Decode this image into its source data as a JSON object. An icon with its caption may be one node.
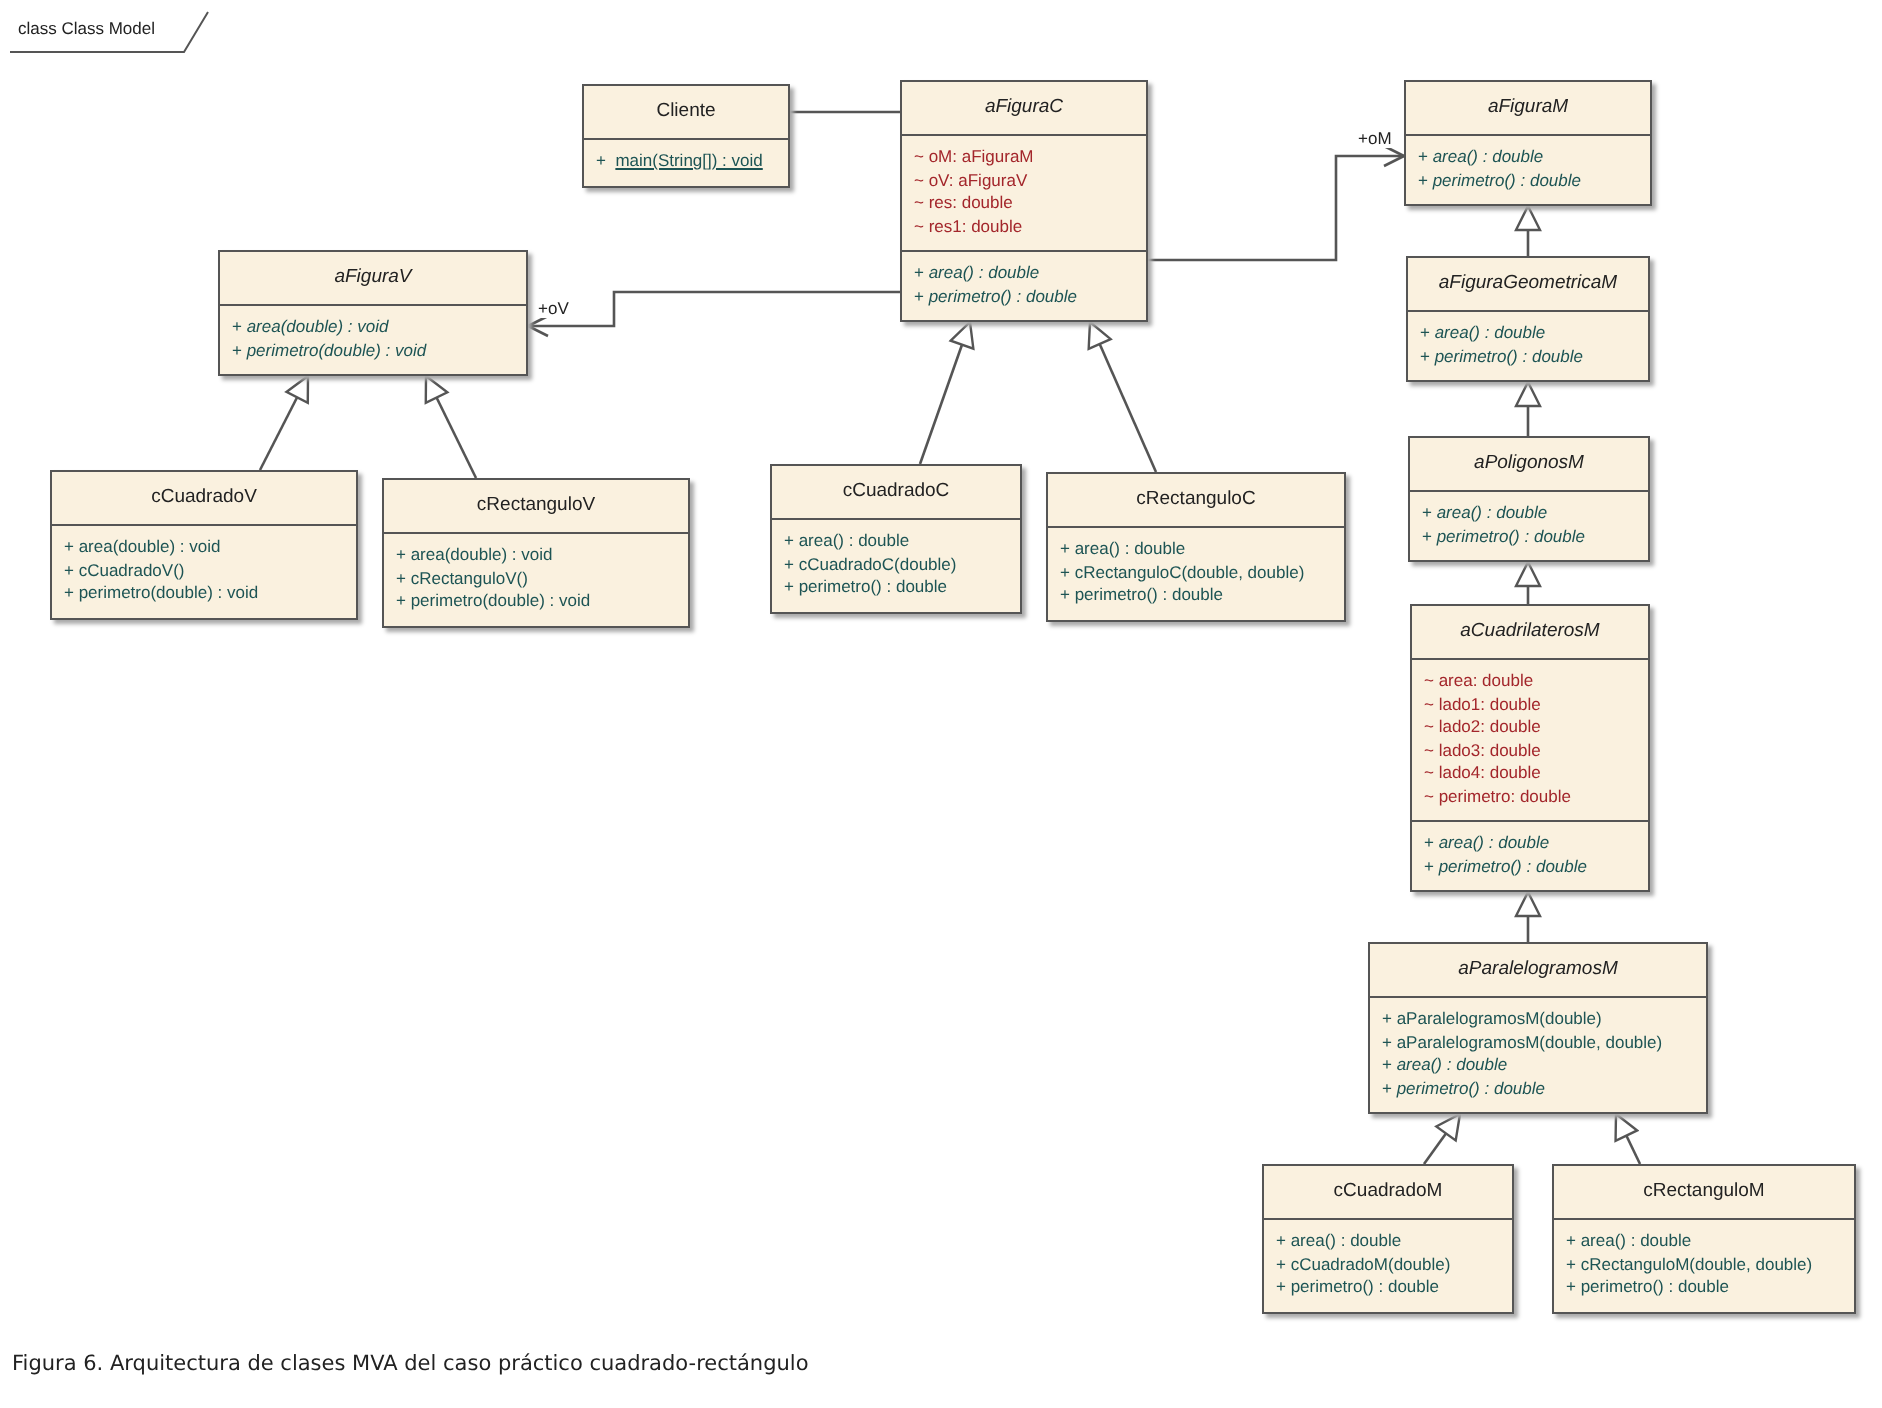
{
  "diagram": {
    "caption": "Figura 6. Arquitectura de clases MVA del caso práctico cuadrado-rectángulo",
    "nodes": [
      {
        "text": [
          "Cliente"
        ]
      },
      {
        "text": [
          "+ main(String[]) : void"
        ],
        "in": 0
      },
      {
        "text": [
          "aFiguraC"
        ]
      },
      {
        "text": [
          "~ oM: aFiguraM",
          "~ oV: aFiguraV",
          "~ res: double",
          "~ res1: double"
        ],
        "in": 2
      },
      {
        "text": [
          "+ *area() : double*",
          "+ *perimetro() : double*"
        ],
        "in": 2
      },
      {
        "text": [
          "aFiguraM"
        ]
      },
      {
        "text": [
          "+ *area() : double*",
          "+ *perimetro() : double*"
        ],
        "in": 5
      },
      {
        "text": [
          "aFiguraV"
        ]
      },
      {
        "text": [
          "+ *area(double) : void*",
          "+ *perimetro(double) : void*"
        ],
        "in": 7
      },
      {
        "text": [
          "aFiguraGeometricaM"
        ]
      },
      {
        "text": [
          "+ *area() : double*",
          "+ *perimetro() : double*"
        ],
        "in": 9
      },
      {
        "text": [
          "cCuadradoV"
        ]
      },
      {
        "text": [
          "+ area(double) : void",
          "+ cCuadradoV()",
          "+ perimetro(double) : void"
        ],
        "in": 11
      },
      {
        "text": [
          "cRectanguloV"
        ]
      },
      {
        "text": [
          "+ area(double) : void",
          "+ cRectanguloV()",
          "+ perimetro(double) : void"
        ],
        "in": 13
      },
      {
        "text": [
          "cCuadradoC"
        ]
      },
      {
        "text": [
          "+ area() : double",
          "+ cCuadradoC(double)",
          "+ perimetro() : double"
        ],
        "in": 15
      },
      {
        "text": [
          "cRectanguloC"
        ]
      },
      {
        "text": [
          "+ area() : double",
          "+ cRectanguloC(double, double)",
          "+ perimetro() : double"
        ],
        "in": 17
      },
      {
        "text": [
          "aPoligonosM"
        ]
      },
      {
        "text": [
          "+ *area() : double*",
          "+ *perimetro() : double*"
        ],
        "in": 19
      },
      {
        "text": [
          "aCuadrilaterosM"
        ]
      },
      {
        "text": [
          "~ area: double",
          "~ lado1: double",
          "~ lado2: double",
          "~ lado3: double",
          "~ lado4: double",
          "~ perimetro: double"
        ],
        "in": 21
      },
      {
        "text": [
          "+ *area() : double*",
          "+ *perimetro() : double*"
        ],
        "in": 21
      },
      {
        "text": [
          "aParalelogramosM"
        ]
      },
      {
        "text": [
          "+ aParalelogramosM(double)",
          "+ aParalelogramosM(double, double)",
          "+ *area() : double*",
          "+ *perimetro() : double*"
        ],
        "in": 24
      },
      {
        "text": [
          "cCuadradoM"
        ]
      },
      {
        "text": [
          "+ area() : double",
          "+ cCuadradoM(double)",
          "+ perimetro() : double"
        ],
        "in": 26
      },
      {
        "text": [
          "cRectanguloM"
        ]
      },
      {
        "text": [
          "+ area() : double",
          "+ cRectanguloM(double, double)",
          "+ perimetro() : double"
        ],
        "in": 28
      }
    ],
    "edges": [
      {
        "from": 0,
        "to": 2,
        "arrow": "none"
      },
      {
        "from": 2,
        "to": 7,
        "arrow": "to",
        "label": "+oV"
      },
      {
        "from": 2,
        "to": 5,
        "arrow": "to",
        "label": "+oM"
      },
      {
        "from": 11,
        "to": 7,
        "arrow": "to"
      },
      {
        "from": 13,
        "to": 7,
        "arrow": "to"
      },
      {
        "from": 15,
        "to": 2,
        "arrow": "to"
      },
      {
        "from": 17,
        "to": 2,
        "arrow": "to"
      },
      {
        "from": 9,
        "to": 5,
        "arrow": "to"
      },
      {
        "from": 19,
        "to": 9,
        "arrow": "to"
      },
      {
        "from": 21,
        "to": 19,
        "arrow": "to"
      },
      {
        "from": 24,
        "to": 21,
        "arrow": "to"
      },
      {
        "from": 26,
        "to": 24,
        "arrow": "to"
      },
      {
        "from": 28,
        "to": 24,
        "arrow": "to"
      }
    ],
    "labels": [
      "class Class Model"
    ]
  }
}
